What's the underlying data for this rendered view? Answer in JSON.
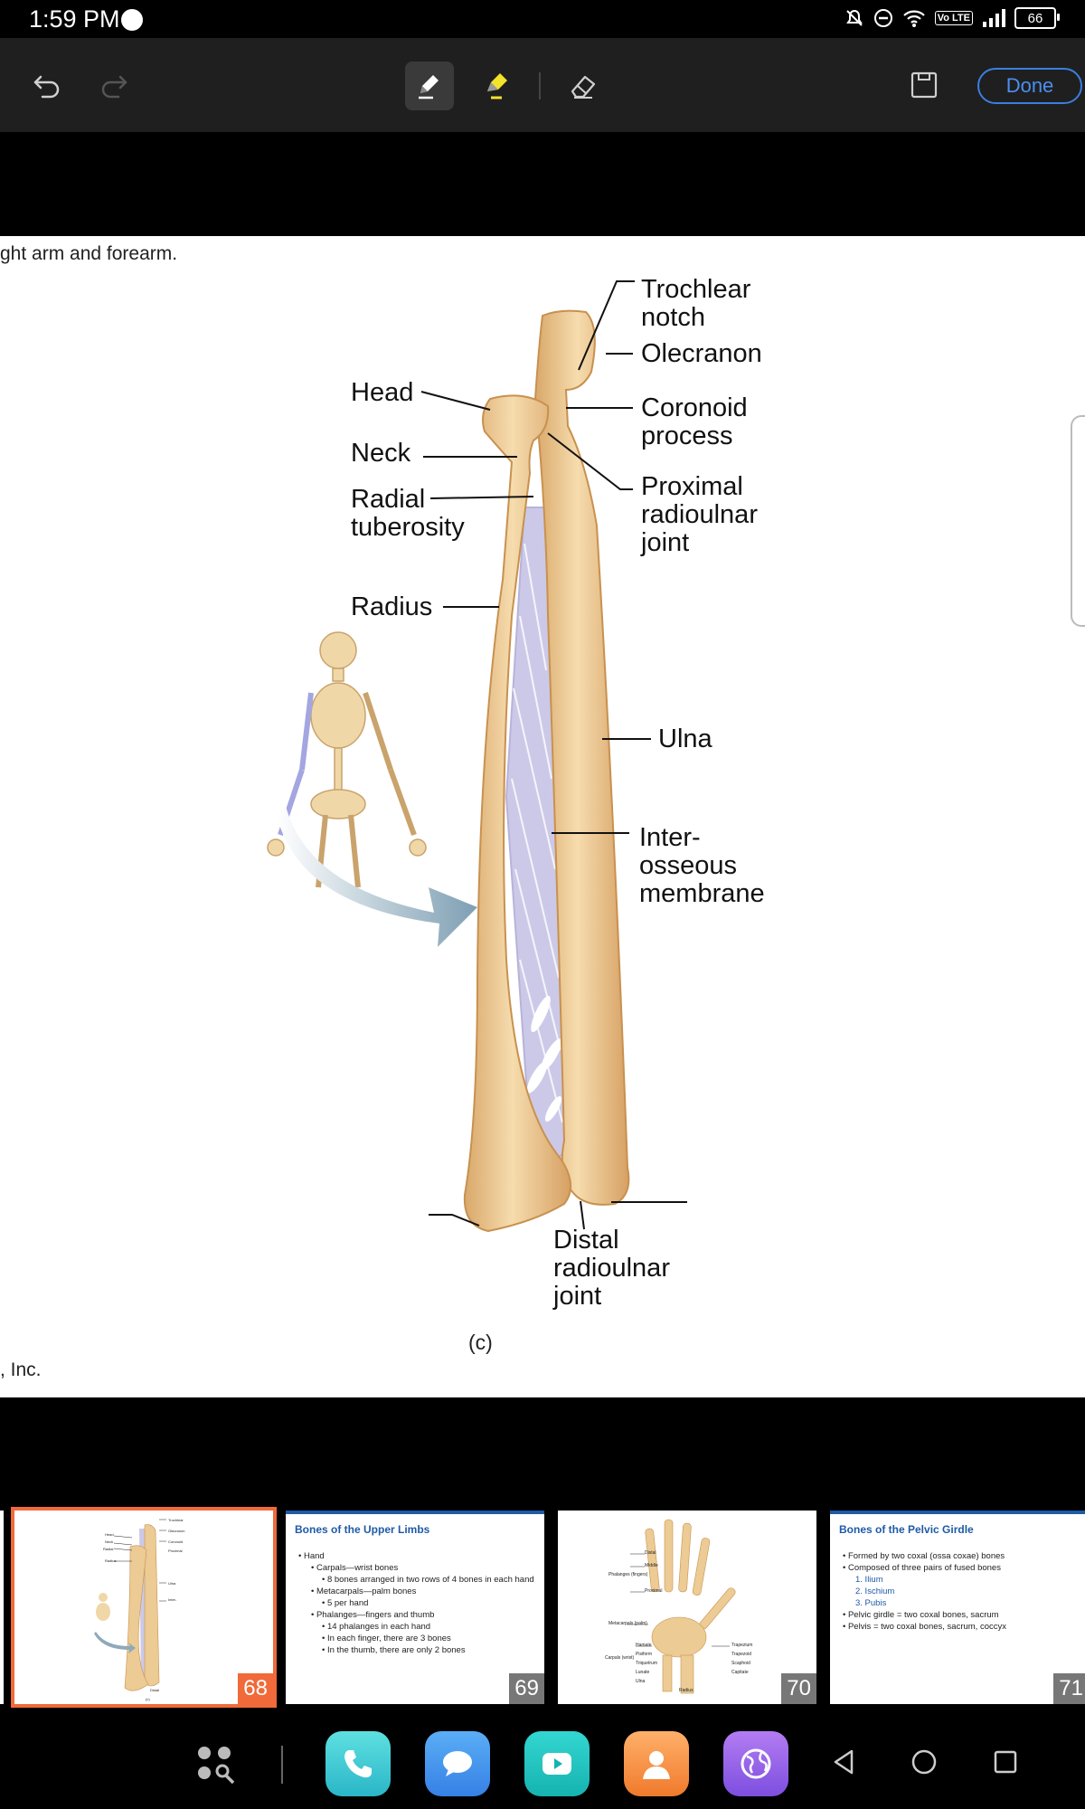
{
  "status_bar": {
    "time": "1:59 PM",
    "lte_label": "Vo LTE",
    "battery": "66"
  },
  "toolbar": {
    "done_label": "Done"
  },
  "slide": {
    "caption": "ght arm and forearm.",
    "credit": ", Inc.",
    "figure_letter": "(c)",
    "labels": {
      "trochlear_notch": "Trochlear\nnotch",
      "olecranon": "Olecranon",
      "coronoid_process": "Coronoid\nprocess",
      "proximal_radioulnar_joint": "Proximal\nradioulnar\njoint",
      "head": "Head",
      "neck": "Neck",
      "radial_tuberosity": "Radial\ntuberosity",
      "radius": "Radius",
      "ulna": "Ulna",
      "interosseous_membrane": "Inter-\nosseous\nmembrane",
      "distal_radioulnar_joint": "Distal\nradioulnar\njoint"
    }
  },
  "thumbnails": [
    {
      "number": "68",
      "active": true
    },
    {
      "number": "69",
      "title": "Bones of the Upper Limbs",
      "lines": [
        {
          "level": 1,
          "text": "• Hand"
        },
        {
          "level": 2,
          "text": "• Carpals—wrist bones"
        },
        {
          "level": 3,
          "text": "• 8 bones arranged in two rows of 4 bones in each hand"
        },
        {
          "level": 2,
          "text": "• Metacarpals—palm bones"
        },
        {
          "level": 3,
          "text": "• 5 per hand"
        },
        {
          "level": 2,
          "text": "• Phalanges—fingers and thumb"
        },
        {
          "level": 3,
          "text": "• 14 phalanges in each hand"
        },
        {
          "level": 3,
          "text": "• In each finger, there are 3 bones"
        },
        {
          "level": 3,
          "text": "• In the thumb, there are only 2 bones"
        }
      ]
    },
    {
      "number": "70",
      "labels": [
        "Distal",
        "Middle",
        "Phalanges (fingers)",
        "Proximal",
        "Metacarpals (palm)",
        "Hamate",
        "Carpals (wrist)",
        "Pisiform",
        "Triquetrum",
        "Lunate",
        "Ulna",
        "Trapezium",
        "Trapezoid",
        "Scaphoid",
        "Capitate",
        "Radius"
      ]
    },
    {
      "number": "71",
      "title": "Bones of the Pelvic Girdle",
      "lines": [
        {
          "level": 1,
          "text": "• Formed by two coxal (ossa coxae) bones"
        },
        {
          "level": 1,
          "text": "• Composed of three pairs of fused bones"
        },
        {
          "level": 2,
          "text": "1. Ilium"
        },
        {
          "level": 2,
          "text": "2. Ischium"
        },
        {
          "level": 2,
          "text": "3. Pubis"
        },
        {
          "level": 1,
          "text": "• Pelvic girdle = two coxal bones, sacrum"
        },
        {
          "level": 1,
          "text": "• Pelvis = two coxal bones, sacrum, coccyx"
        }
      ]
    }
  ],
  "colors": {
    "accent": "#3b7fe0",
    "active_thumb": "#f06a3a",
    "bone": "#eccb94",
    "membrane": "#c9c6e6"
  }
}
